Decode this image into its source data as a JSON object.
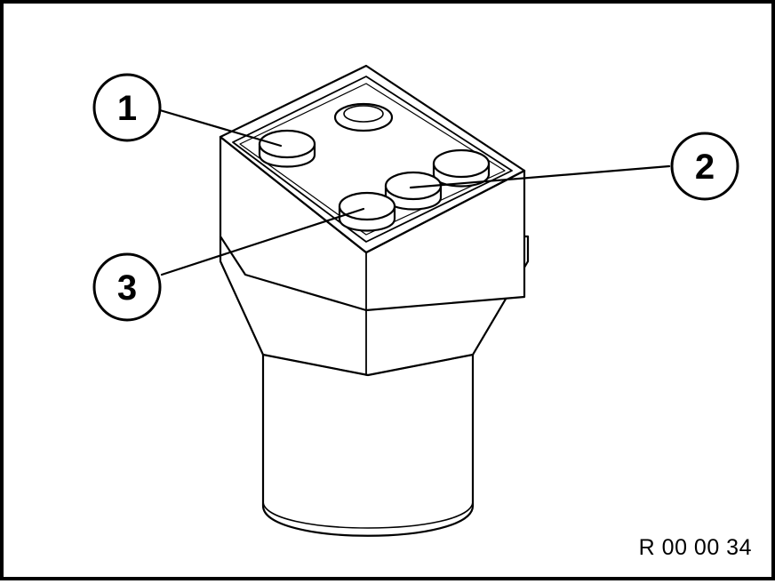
{
  "callouts": [
    {
      "id": "callout-1",
      "label": "1"
    },
    {
      "id": "callout-2",
      "label": "2"
    },
    {
      "id": "callout-3",
      "label": "3"
    }
  ],
  "reference_code": "R 00 00 34"
}
